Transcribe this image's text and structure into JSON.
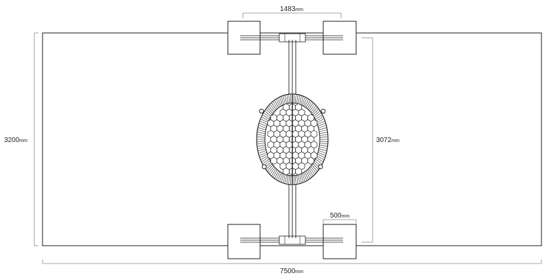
{
  "dimensions": {
    "overall_width": {
      "value": "7500",
      "unit": "mm"
    },
    "overall_depth": {
      "value": "3200",
      "unit": "mm"
    },
    "leg_spacing": {
      "value": "1483",
      "unit": "mm"
    },
    "leg_span": {
      "value": "3072",
      "unit": "mm"
    },
    "leg_block": {
      "value": "500",
      "unit": "mm"
    }
  },
  "colors": {
    "line": "#1a1a1a",
    "dim_line": "#888888",
    "background": "#ffffff"
  }
}
